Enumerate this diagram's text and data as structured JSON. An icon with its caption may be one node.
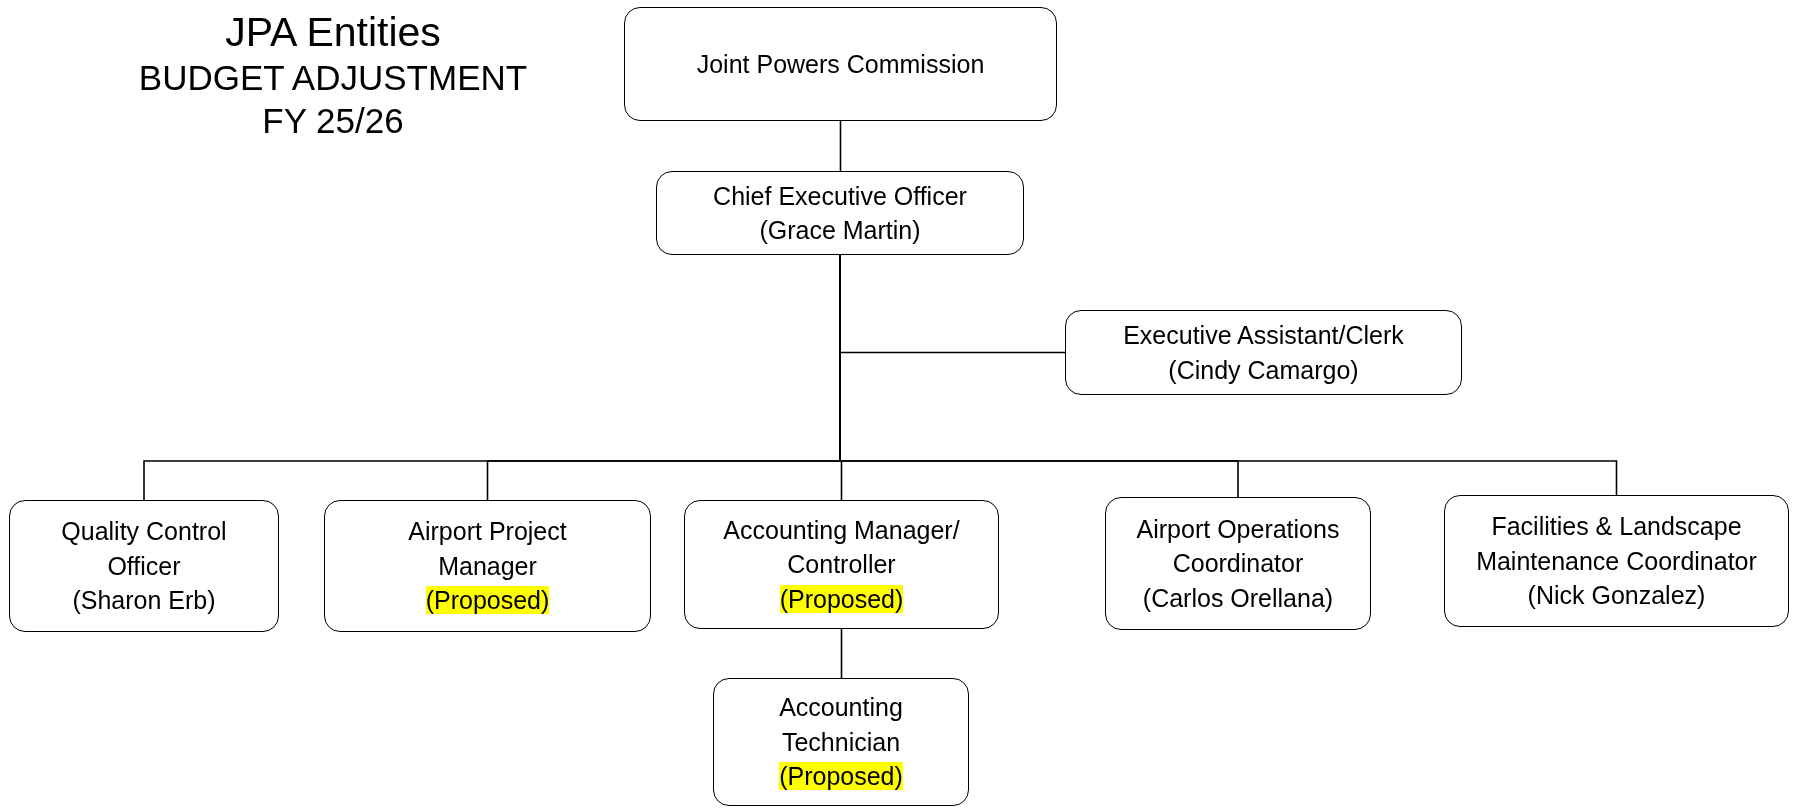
{
  "diagram": {
    "title": "JPA Entities",
    "labels": [
      "BUDGET ADJUSTMENT",
      "FY 25/26"
    ],
    "nodes": [
      {
        "text": [
          "Joint Powers Commission"
        ]
      },
      {
        "text": [
          "Chief Executive Officer",
          "(Grace Martin)"
        ]
      },
      {
        "text": [
          "Executive Assistant/Clerk",
          "(Cindy Camargo)"
        ]
      },
      {
        "text": [
          "Quality Control Officer",
          "(Sharon Erb)"
        ]
      },
      {
        "text": [
          "Airport Project Manager",
          "(Proposed)"
        ]
      },
      {
        "text": [
          "Accounting Manager/ Controller",
          "(Proposed)"
        ]
      },
      {
        "text": [
          "Airport Operations Coordinator",
          "(Carlos Orellana)"
        ]
      },
      {
        "text": [
          "Facilities & Landscape Maintenance Coordinator",
          "(Nick Gonzalez)"
        ]
      },
      {
        "text": [
          "Accounting Technician",
          "(Proposed)"
        ]
      }
    ],
    "edges": [
      {
        "from": 0,
        "to": 1,
        "arrow": "none"
      },
      {
        "from": 1,
        "to": 2,
        "arrow": "none"
      },
      {
        "from": 1,
        "to": 3,
        "arrow": "none"
      },
      {
        "from": 1,
        "to": 4,
        "arrow": "none"
      },
      {
        "from": 1,
        "to": 5,
        "arrow": "none"
      },
      {
        "from": 1,
        "to": 6,
        "arrow": "none"
      },
      {
        "from": 1,
        "to": 7,
        "arrow": "none"
      },
      {
        "from": 5,
        "to": 8,
        "arrow": "none"
      }
    ]
  }
}
